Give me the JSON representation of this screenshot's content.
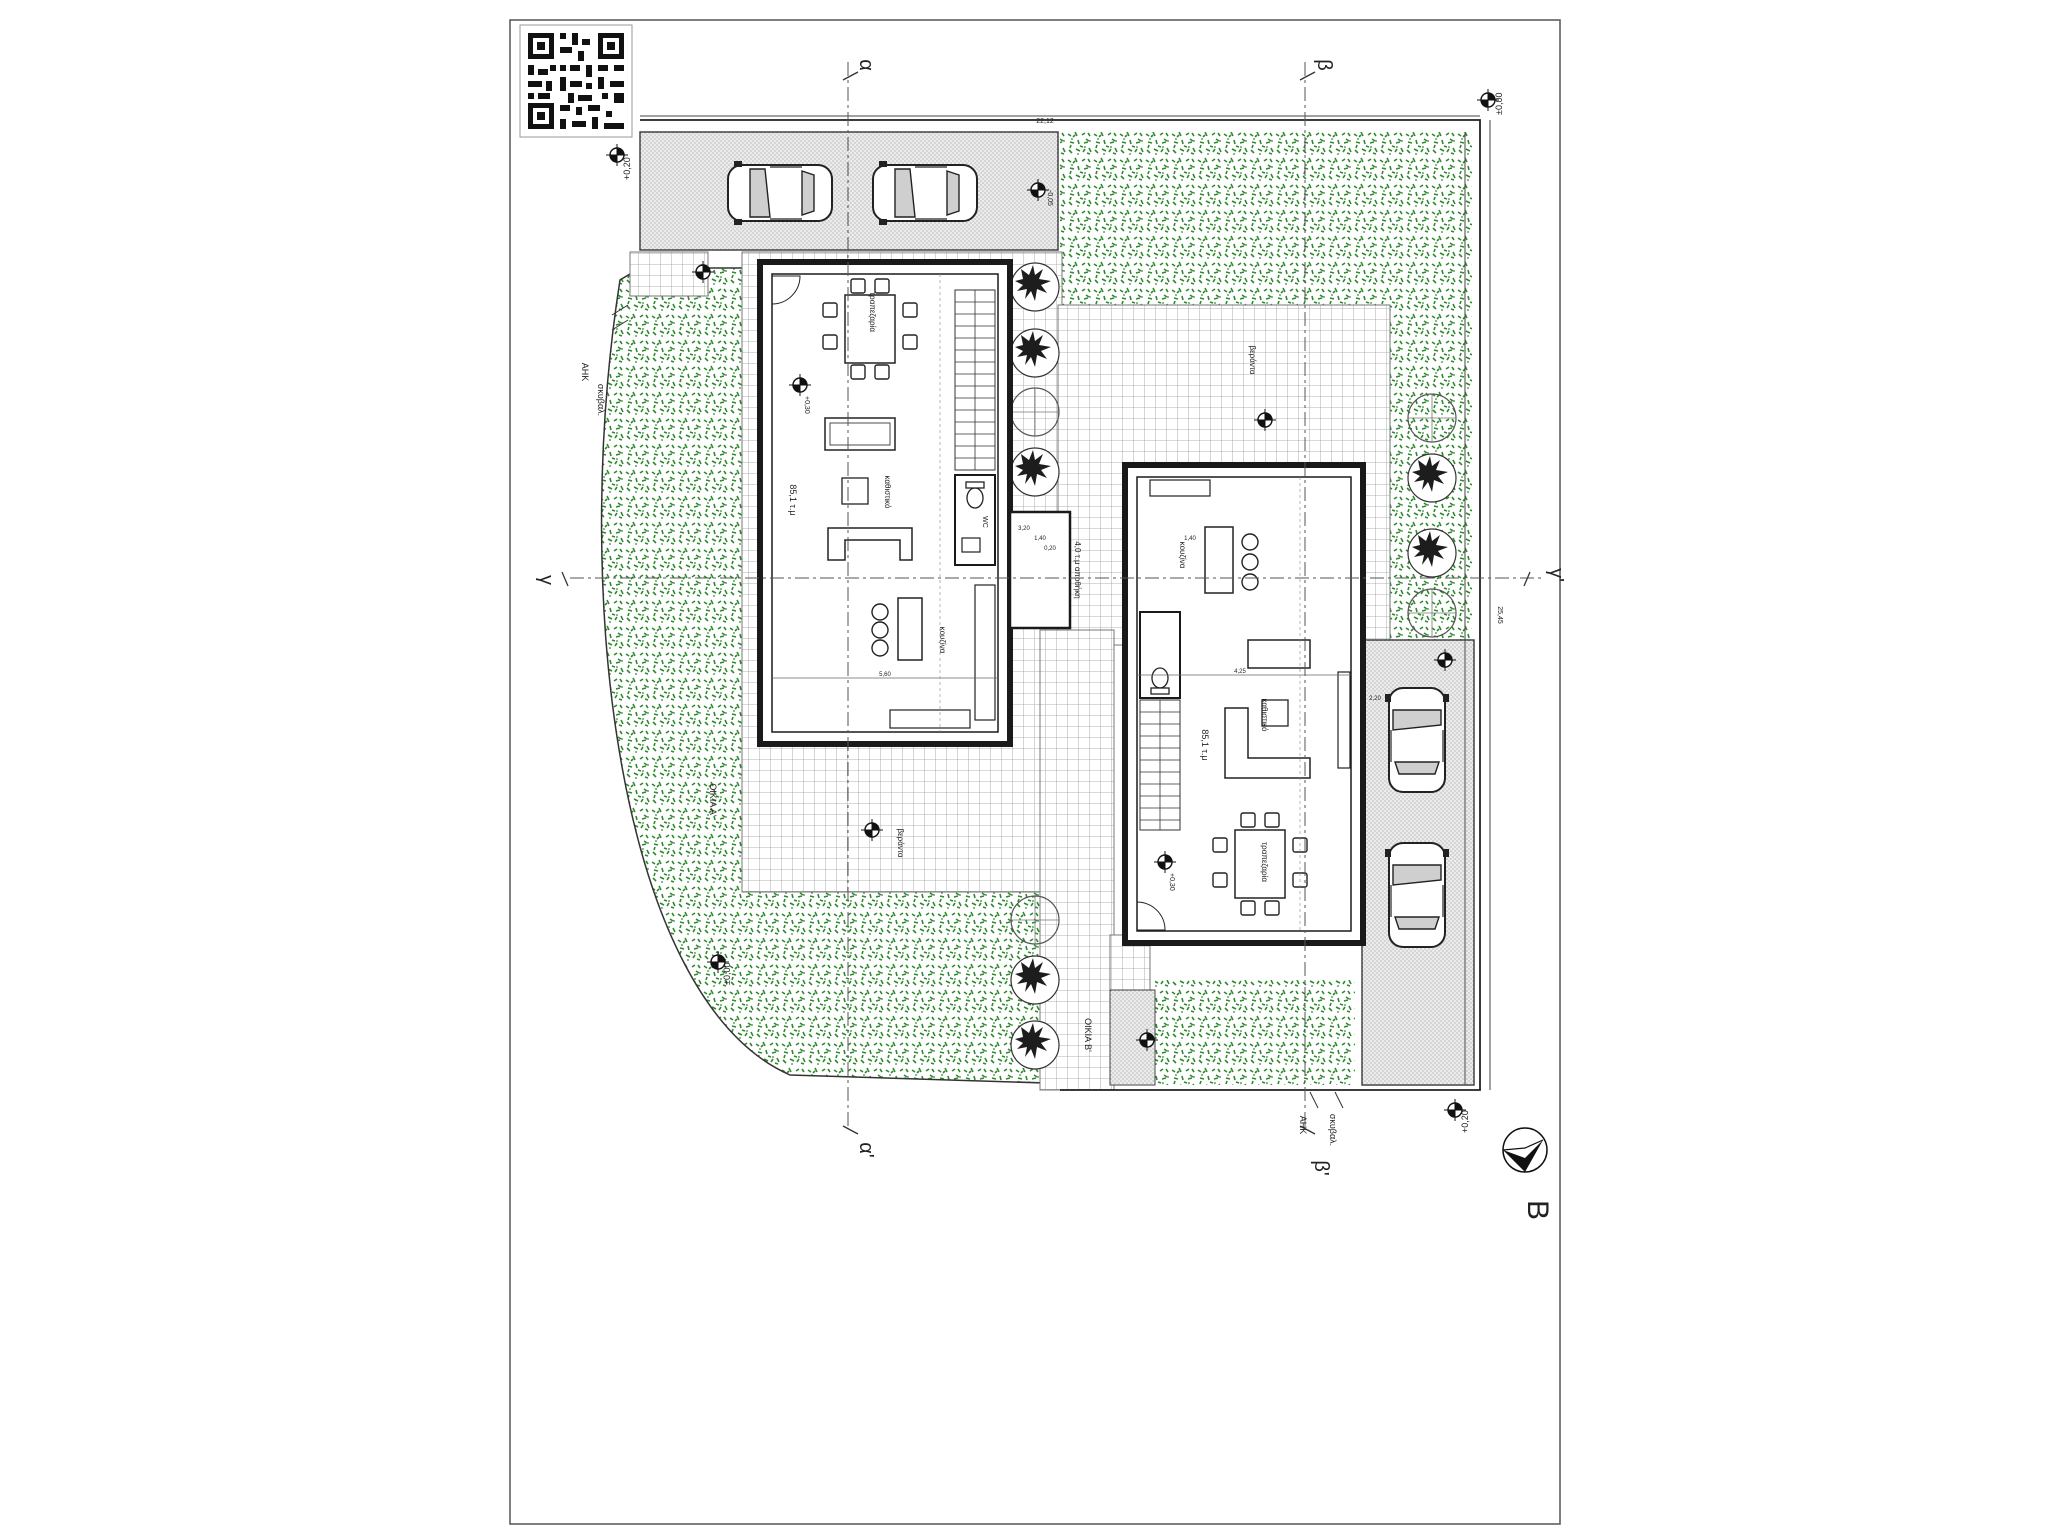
{
  "sheet": {
    "overall_width_dim": "22,12",
    "overall_depth_dim": "25,45"
  },
  "section_markers": {
    "alpha_top": "α",
    "alpha_bottom": "α'",
    "beta_top": "β",
    "beta_bottom": "β'",
    "gamma_left": "γ",
    "gamma_right": "γ'"
  },
  "levels": {
    "corner_top_right": "±0,00",
    "entry_top_left": "+0,20",
    "garden_left": "±0,00",
    "corner_bottom_right": "+0,20",
    "house_a_mid": "+0,30",
    "house_b_mid": "+0,30",
    "parking": "-0,05"
  },
  "house_a": {
    "dining_label": "τραπεζαρία",
    "living_label": "καθιστικό",
    "kitchen_label": "κουζίνα",
    "area_label": "85,1 τ.μ",
    "wc_label": "WC",
    "veranda_label": "βεράντα",
    "name_label": "ΟΙΚΙΑ Α'",
    "dims": [
      "5,60",
      "3,20",
      "1,40",
      "0,20"
    ]
  },
  "house_b": {
    "dining_label": "τραπεζαρία",
    "living_label": "καθιστικό",
    "kitchen_label": "κουζίνα",
    "area_label": "85,1 τ.μ",
    "veranda_label": "βεράντα",
    "name_label": "ΟΙΚΙΑ Β'",
    "dims": [
      "4,25",
      "1,40",
      "2,20"
    ]
  },
  "shared": {
    "storage_label": "4,0 τ.μ αποθήκη"
  },
  "boundary": {
    "left_fence_a": "ΑΗΚ",
    "left_fence_b": "σκυβαλ.",
    "bottom_fence_a": "ΑΗΚ",
    "bottom_fence_b": "σκυβαλ."
  },
  "north_arrow": {
    "letter": "B"
  },
  "colors": {
    "grass": "#2f8a2f",
    "paving_line": "#9a9a9a",
    "wall": "#1a1a1a",
    "parking_fill": "#e6e6e6"
  },
  "icons": [
    "qr-code-icon",
    "north-arrow-icon",
    "level-marker-icon",
    "car-icon",
    "tree-icon",
    "table-icon",
    "sofa-icon",
    "toilet-icon"
  ]
}
